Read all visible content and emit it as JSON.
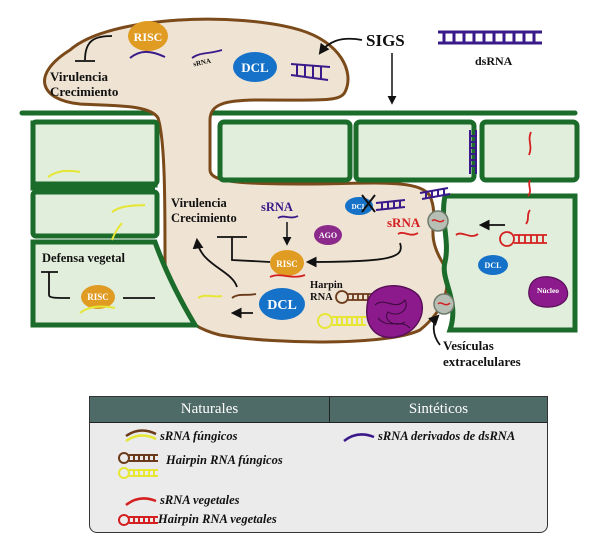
{
  "diagram": {
    "labels": {
      "sigs": "SIGS",
      "dsrna": "dsRNA",
      "top_virulence": "Virulencia",
      "top_growth": "Crecimiento",
      "mid_virulence": "Virulencia",
      "mid_growth": "Crecimiento",
      "plant_defense": "Defensa vegetal",
      "srna_small": "sRNA",
      "srna_purple": "sRNA",
      "srna_red": "sRNA",
      "hairpin_1": "Harpin",
      "hairpin_2": "RNA",
      "vesicles_1": "Vesículas",
      "vesicles_2": "extracelulares",
      "nucleus": "Núcleo"
    },
    "enzymes": {
      "risc": "RISC",
      "dcl": "DCL",
      "ago": "AGO",
      "dcl_small": "DCL"
    },
    "colors": {
      "fungus_fill": "#efe3d3",
      "fungus_stroke": "#7b4a1b",
      "plant_fill": "#e1eedb",
      "plant_stroke": "#1b6b2a",
      "risc": "#e09b22",
      "dcl": "#1572c8",
      "ago": "#8c2a8c",
      "synthetic_rna": "#3a1a8a",
      "plant_rna": "#d42020",
      "fungal_rna_brown": "#6b3a1a",
      "fungal_rna_yellow": "#e6e635",
      "vesicle": "#b7bfb5"
    }
  },
  "legend": {
    "headers": {
      "natural": "Naturales",
      "synthetic": "Sintéticos"
    },
    "natural_items": [
      {
        "icon": "fungal-srna-icon",
        "label": "sRNA fúngicos"
      },
      {
        "icon": "fungal-hairpin-icon",
        "label": "Hairpin RNA fúngicos"
      },
      {
        "icon": "plant-srna-icon",
        "label": "sRNA vegetales"
      },
      {
        "icon": "plant-hairpin-icon",
        "label": "Hairpin RNA vegetales"
      }
    ],
    "synthetic_items": [
      {
        "icon": "dsrna-srna-icon",
        "label": "sRNA derivados de dsRNA"
      }
    ]
  }
}
